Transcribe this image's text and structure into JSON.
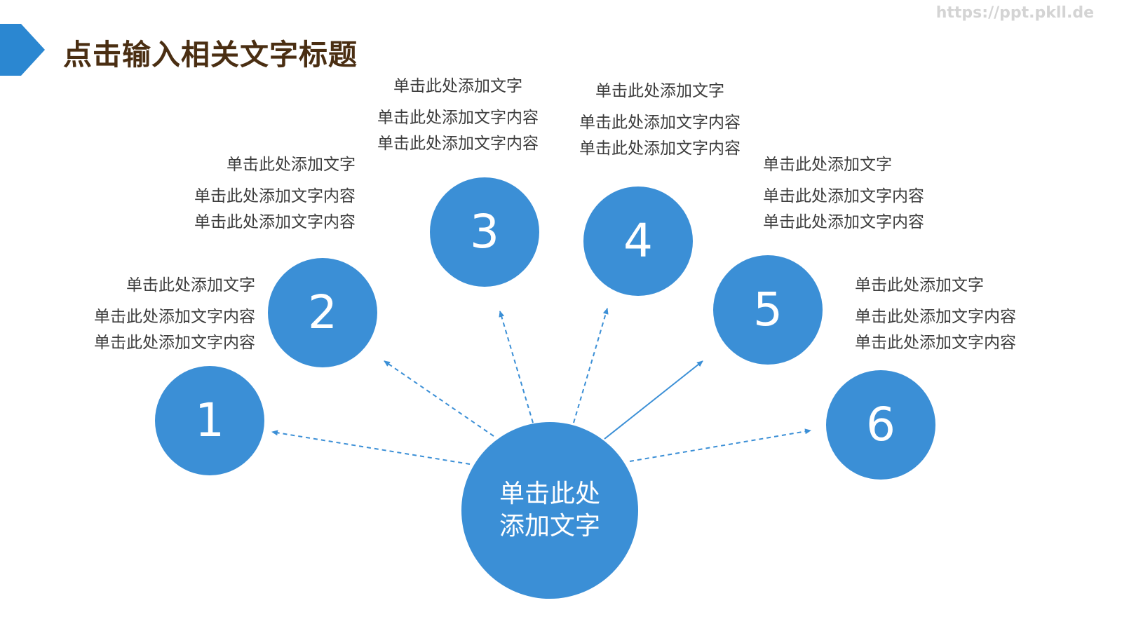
{
  "header": {
    "title": "点击输入相关文字标题",
    "watermark": "https://ppt.pkll.de",
    "accent_color": "#2b87d1",
    "title_color": "#4a2e12"
  },
  "center": {
    "line1": "单击此处",
    "line2": "添加文字",
    "color": "#3b8fd6"
  },
  "nodes": [
    {
      "number": "1",
      "heading": "单击此处添加文字",
      "lines": [
        "单击此处添加文字内容",
        "单击此处添加文字内容"
      ],
      "arrow_style": "dashed"
    },
    {
      "number": "2",
      "heading": "单击此处添加文字",
      "lines": [
        "单击此处添加文字内容",
        "单击此处添加文字内容"
      ],
      "arrow_style": "dashed"
    },
    {
      "number": "3",
      "heading": "单击此处添加文字",
      "lines": [
        "单击此处添加文字内容",
        "单击此处添加文字内容"
      ],
      "arrow_style": "dashed"
    },
    {
      "number": "4",
      "heading": "单击此处添加文字",
      "lines": [
        "单击此处添加文字内容",
        "单击此处添加文字内容"
      ],
      "arrow_style": "dashed"
    },
    {
      "number": "5",
      "heading": "单击此处添加文字",
      "lines": [
        "单击此处添加文字内容",
        "单击此处添加文字内容"
      ],
      "arrow_style": "solid"
    },
    {
      "number": "6",
      "heading": "单击此处添加文字",
      "lines": [
        "单击此处添加文字内容",
        "单击此处添加文字内容"
      ],
      "arrow_style": "dashed"
    }
  ]
}
